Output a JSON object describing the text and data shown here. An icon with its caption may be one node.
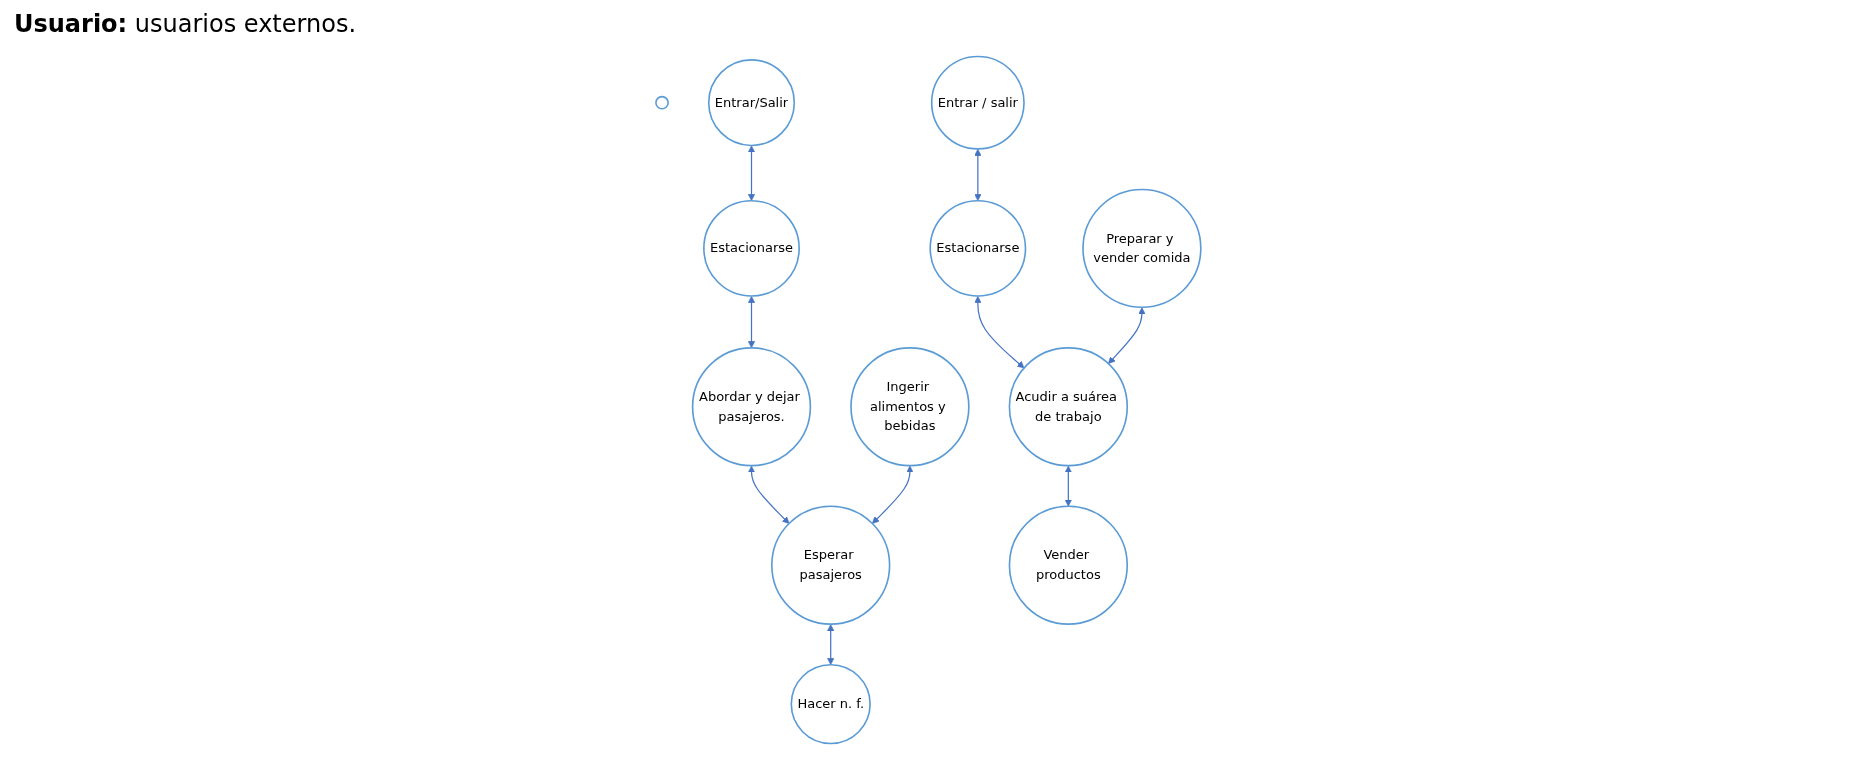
{
  "diagram": {
    "nodes": [
      {
        "text": [],
        "shape": "circle"
      },
      {
        "text": [
          "Entrar/Salir"
        ]
      },
      {
        "text": [
          "Abordar y dejar pasajeros."
        ]
      },
      {
        "text": [
          "Estacionarse"
        ]
      },
      {
        "text": [
          "Esperar pasajeros"
        ]
      },
      {
        "text": [
          "Ingerir alimentos y bebidas"
        ]
      },
      {
        "text": [
          "Hacer n. f."
        ]
      },
      {
        "text": [
          "Entrar / salir"
        ]
      },
      {
        "text": [
          "Acudir a suárea de trabajo"
        ]
      },
      {
        "text": [
          "Estacionarse"
        ]
      },
      {
        "text": [
          "Preparar y vender comida"
        ]
      },
      {
        "text": [
          "Vender productos"
        ]
      }
    ],
    "edges": [
      {
        "from": 1,
        "to": 3,
        "arrow": "both"
      },
      {
        "from": 3,
        "to": 2,
        "arrow": "both"
      },
      {
        "from": 2,
        "to": 4,
        "arrow": "both"
      },
      {
        "from": 5,
        "to": 4,
        "arrow": "both"
      },
      {
        "from": 4,
        "to": 6,
        "arrow": "both"
      },
      {
        "from": 7,
        "to": 9,
        "arrow": "both"
      },
      {
        "from": 9,
        "to": 8,
        "arrow": "both"
      },
      {
        "from": 10,
        "to": 8,
        "arrow": "both"
      },
      {
        "from": 8,
        "to": 11,
        "arrow": "both"
      }
    ],
    "labels": [
      "**Usuario:** usuarios externos."
    ]
  }
}
